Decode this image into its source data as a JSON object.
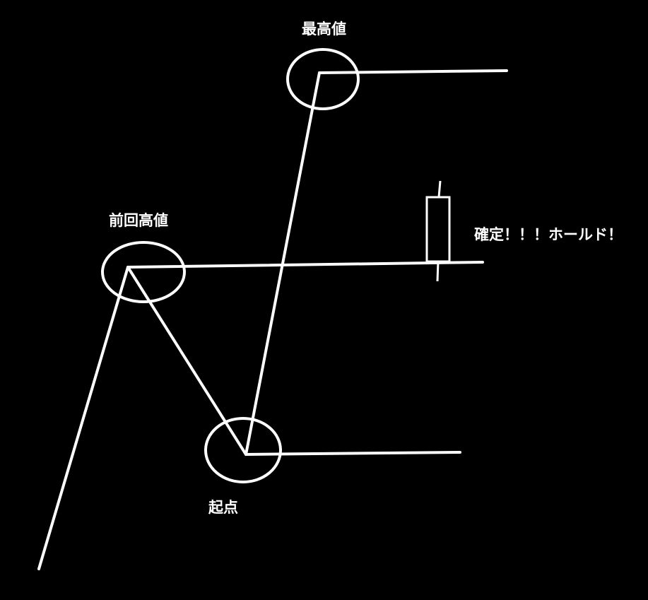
{
  "labels": {
    "highest": "最高値",
    "previous_high": "前回高値",
    "origin": "起点",
    "confirm_hold": "確定！！！ホールド！"
  },
  "colors": {
    "background": "#000000",
    "stroke": "#ffffff"
  }
}
